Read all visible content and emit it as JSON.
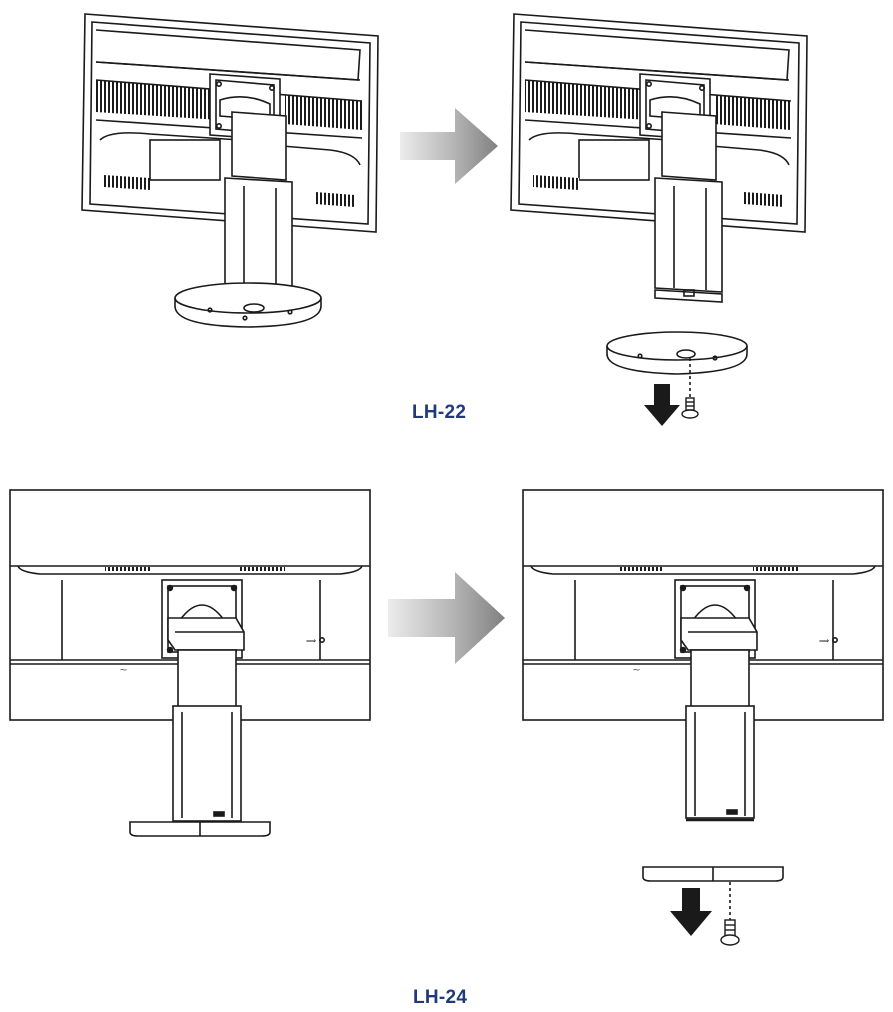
{
  "labels": {
    "lh22": "LH-22",
    "lh24": "LH-24"
  },
  "colors": {
    "label_text": "#1f3a7a",
    "line": "#1a1a1a",
    "arrow_light": "#e6e6e6",
    "arrow_dark": "#8a8a8a",
    "down_arrow": "#1a1a1a"
  },
  "icons": {
    "process_arrow": "right-gradient-arrow",
    "detach_arrow": "down-arrow",
    "screw": "screw"
  }
}
